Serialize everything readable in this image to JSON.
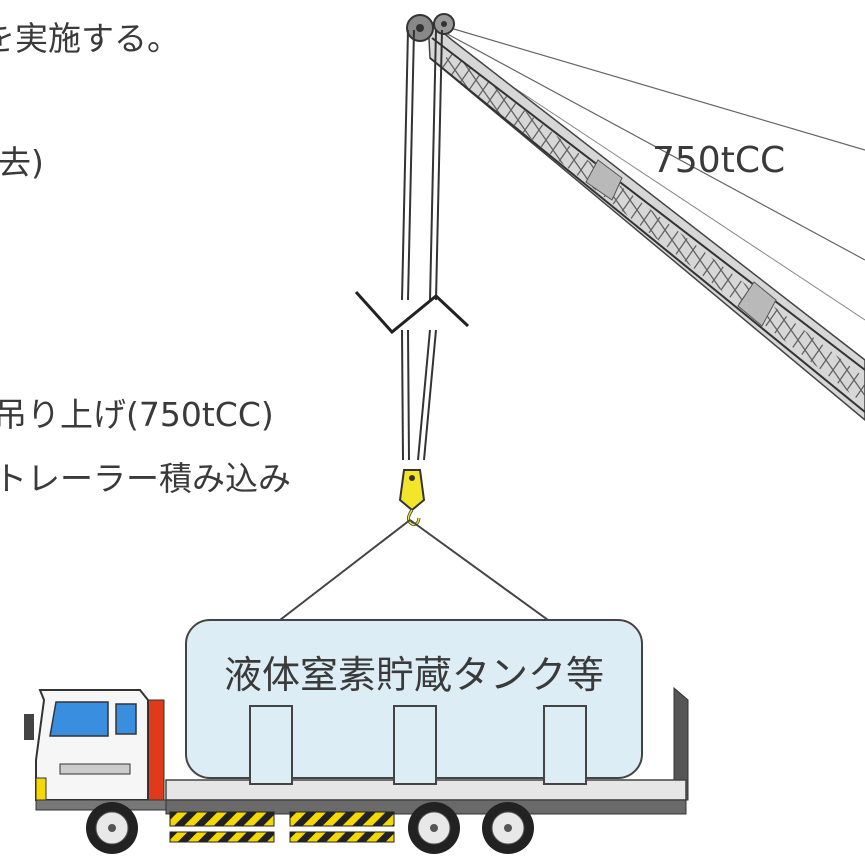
{
  "slide": {
    "text_line_1": "を実施する。",
    "text_line_2": "去)",
    "text_line_3": "吊り上げ(750tCC)",
    "text_line_4": "トレーラー積み込み"
  },
  "crane": {
    "label": "750tCC"
  },
  "tank": {
    "label": "液体窒素貯蔵タンク等"
  },
  "colors": {
    "hook": "#f2e52a",
    "tank_fill": "#dcedf5",
    "truck_cab_red": "#e03a1a",
    "window_blue": "#3a8ee0",
    "hazard_yellow": "#f4d800",
    "text": "#3a3a3a"
  }
}
